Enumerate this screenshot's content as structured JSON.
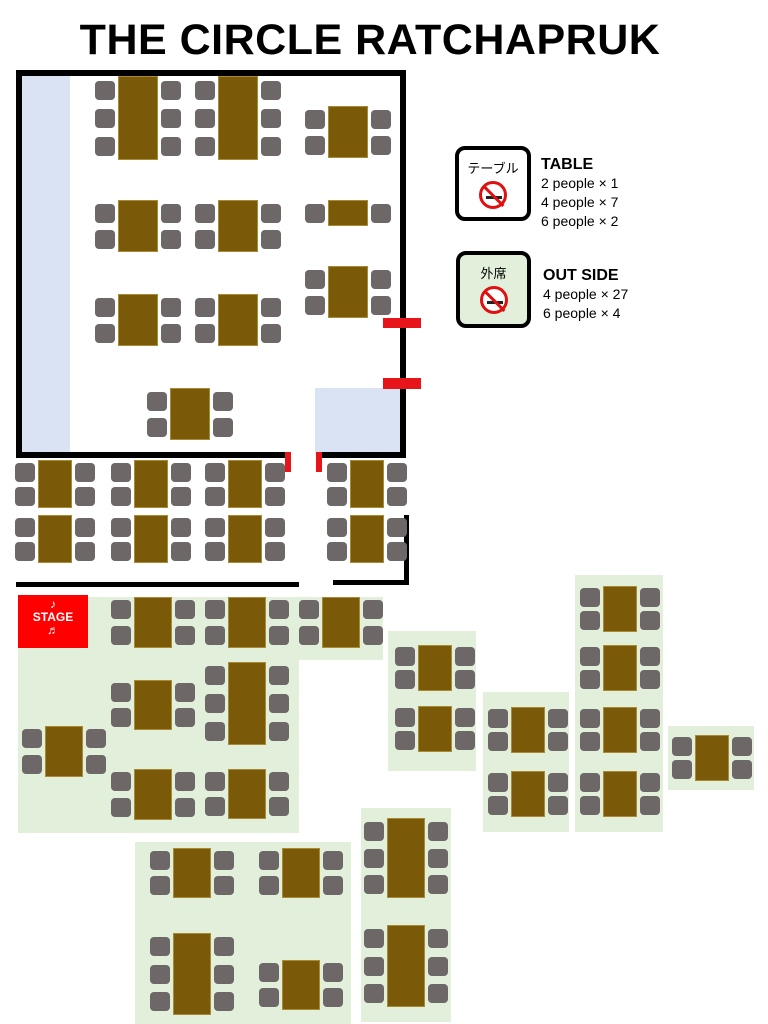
{
  "title": "THE CIRCLE RATCHAPRUK",
  "stage": {
    "label": "STAGE",
    "note_top": "♪",
    "note_bottom": "♬"
  },
  "legend": {
    "table": {
      "jp_label": "テーブル",
      "heading": "TABLE",
      "lines": [
        "2 people × 1",
        "4 people × 7",
        "6 people × 2"
      ]
    },
    "outside": {
      "jp_label": "外席",
      "heading": "OUT SIDE",
      "lines": [
        "4 people × 27",
        "6 people × 4"
      ]
    },
    "icon": "no-smoking-icon"
  },
  "colors": {
    "table": "#7a5a08",
    "chair": "#6d6768",
    "outside_area": "#e2efda",
    "indoor_area": "#dae3f3",
    "door": "#e8141c",
    "stage": "#ff0000"
  }
}
